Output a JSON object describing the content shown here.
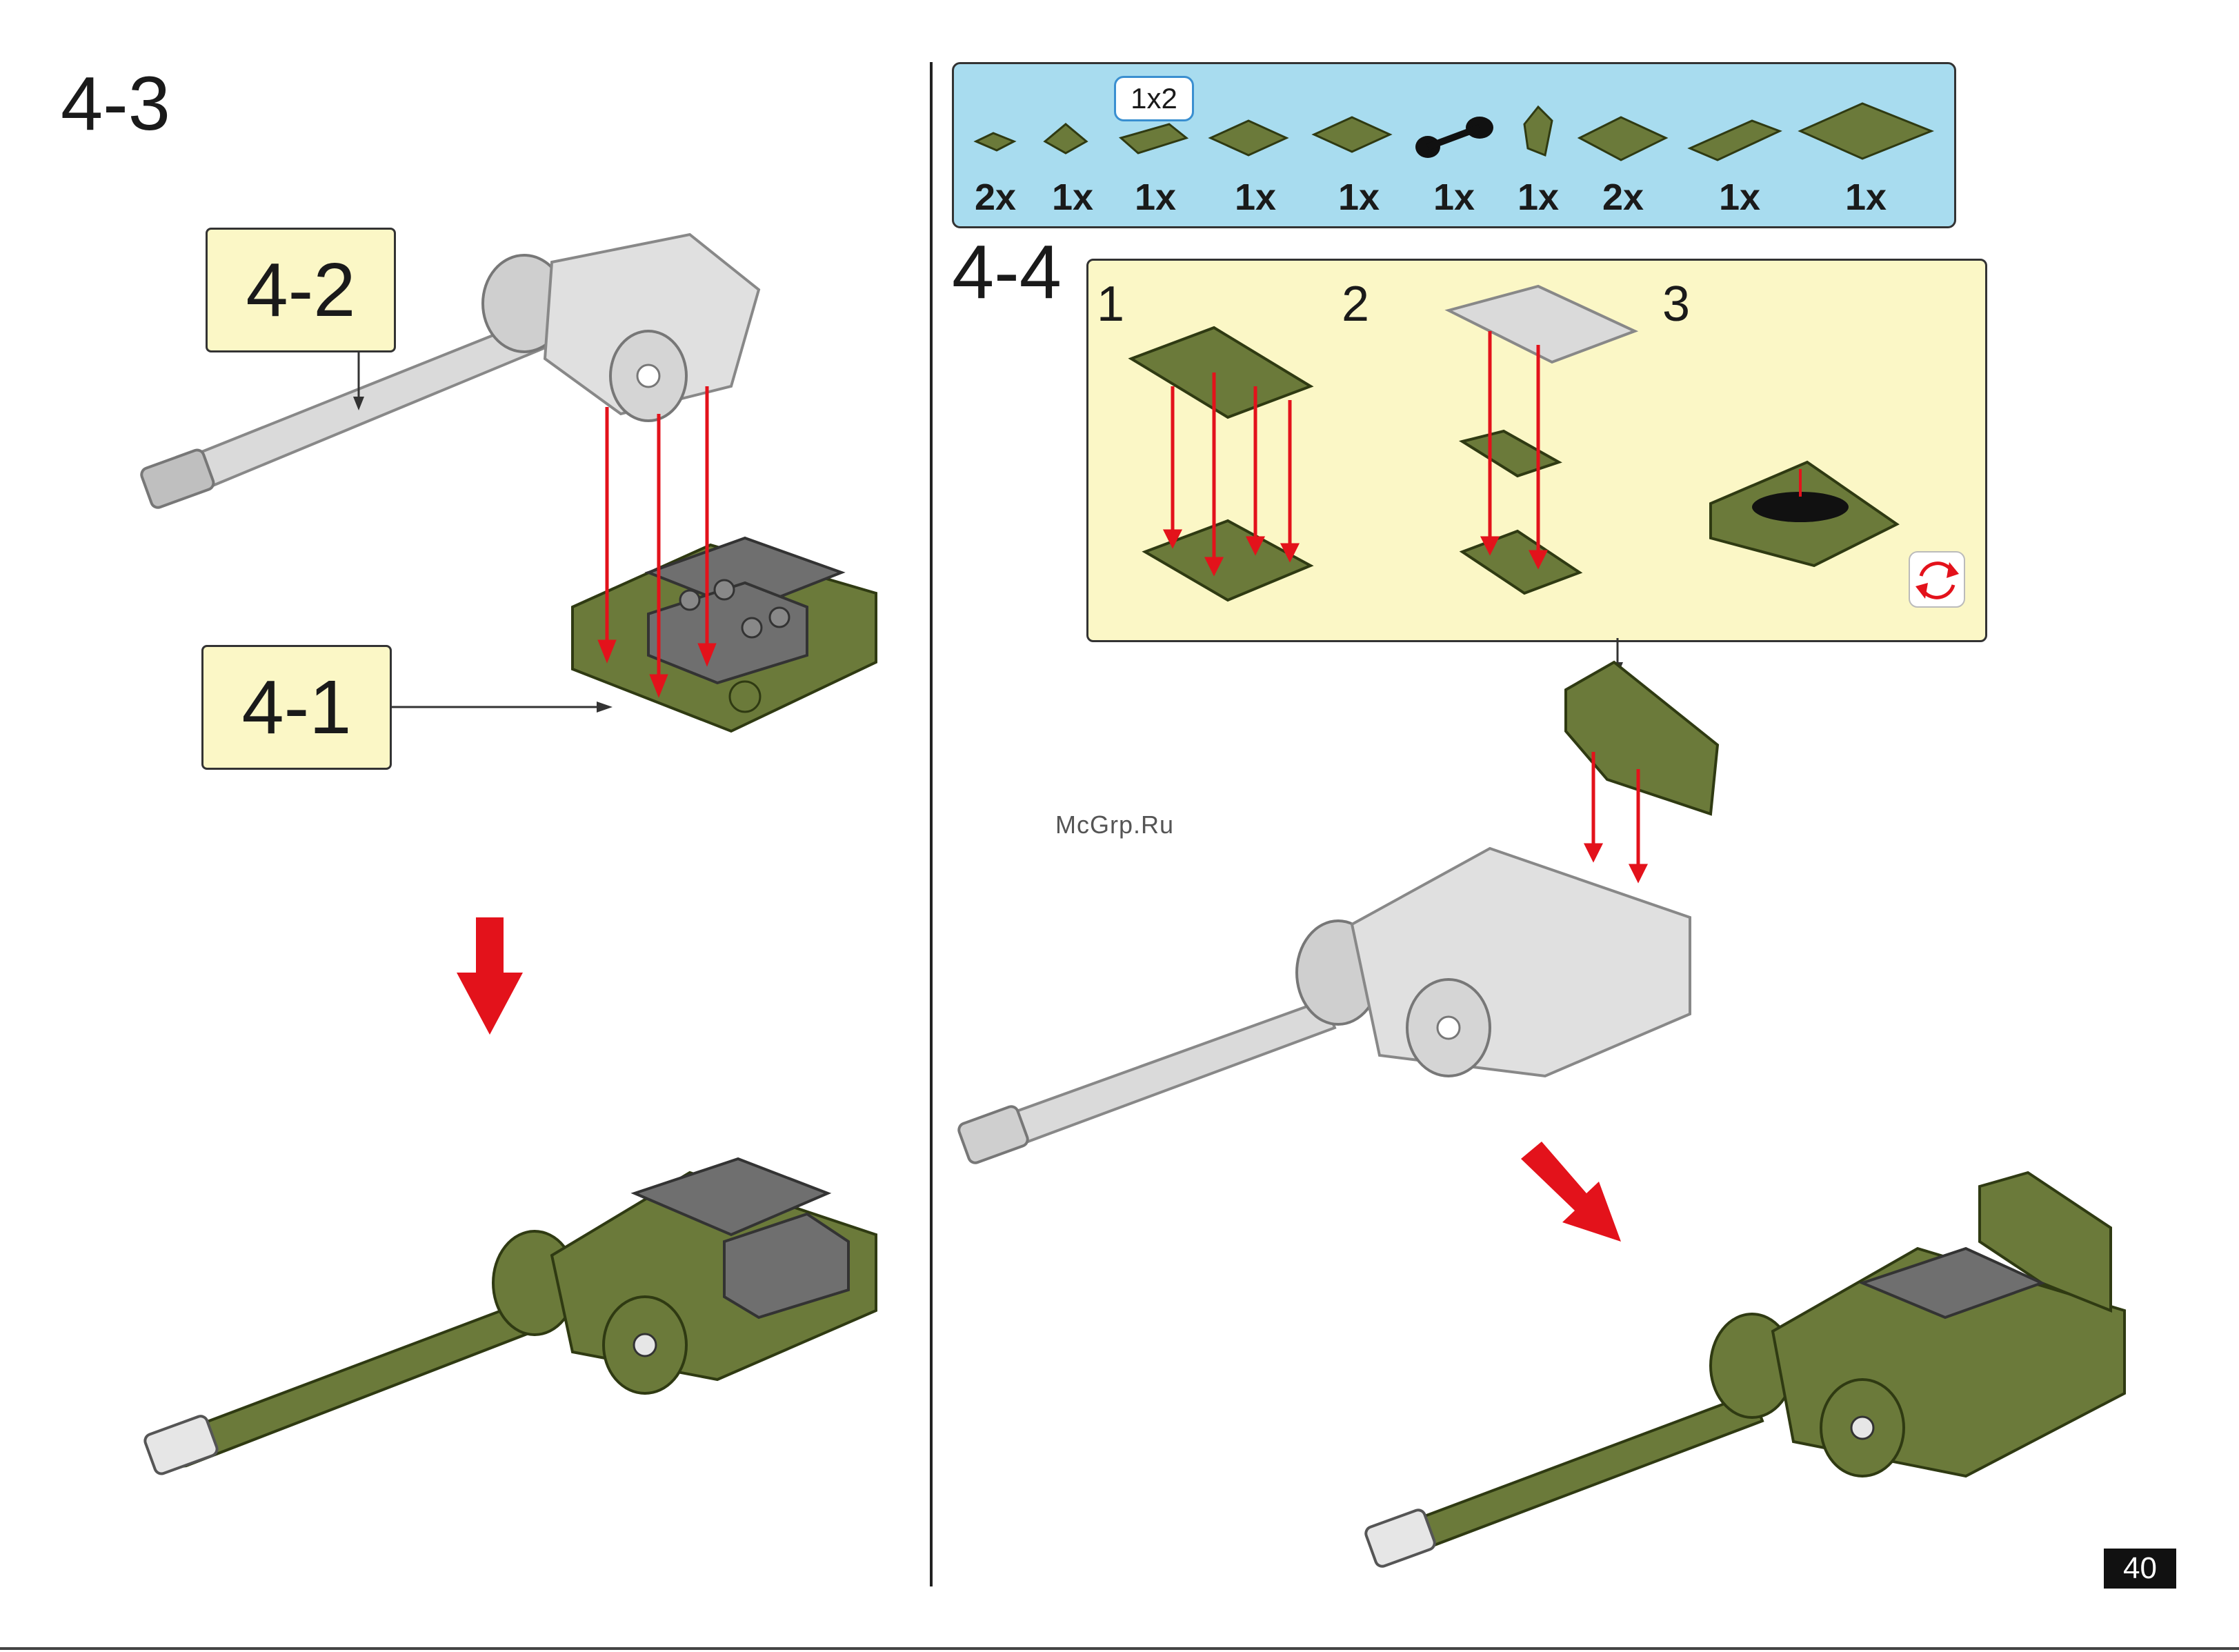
{
  "steps": {
    "left_title": "4-3",
    "ref_a": "4-2",
    "ref_b": "4-1",
    "right_title": "4-4"
  },
  "parts": [
    {
      "qty": "2x"
    },
    {
      "qty": "1x"
    },
    {
      "qty": "1x",
      "tag": "1x2"
    },
    {
      "qty": "1x"
    },
    {
      "qty": "1x"
    },
    {
      "qty": "1x"
    },
    {
      "qty": "1x"
    },
    {
      "qty": "2x"
    },
    {
      "qty": "1x"
    },
    {
      "qty": "1x"
    }
  ],
  "substeps": [
    "1",
    "2",
    "3"
  ],
  "watermark": "McGrp.Ru",
  "page_number": "40",
  "colors": {
    "army_green": "#6b7a3a",
    "dark_grey": "#6f6f6f",
    "light_grey": "#d9d9d9",
    "arrow_red": "#e3121b",
    "parts_bg": "#a8dcef",
    "substep_bg": "#fbf7c6"
  },
  "icons": [
    "rotate-icon"
  ]
}
